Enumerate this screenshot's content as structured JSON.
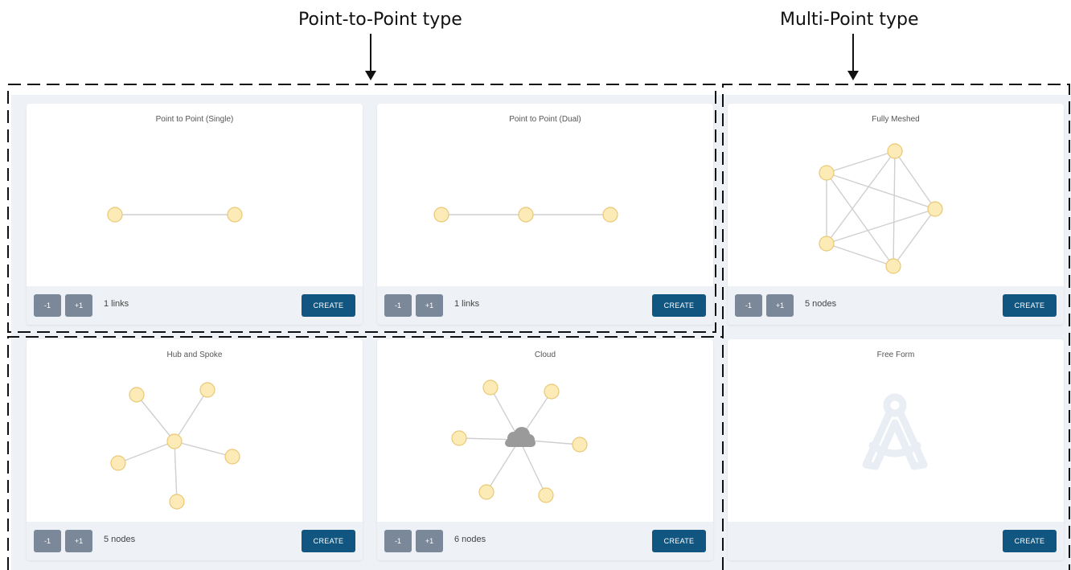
{
  "annotations": {
    "point_to_point": "Point-to-Point type",
    "multi_point": "Multi-Point type"
  },
  "cards": [
    {
      "title": "Point to Point (Single)",
      "minus": "-1",
      "plus": "+1",
      "count": "1 links",
      "create": "CREATE"
    },
    {
      "title": "Point to Point (Dual)",
      "minus": "-1",
      "plus": "+1",
      "count": "1 links",
      "create": "CREATE"
    },
    {
      "title": "Fully Meshed",
      "minus": "-1",
      "plus": "+1",
      "count": "5 nodes",
      "create": "CREATE"
    },
    {
      "title": "Hub and Spoke",
      "minus": "-1",
      "plus": "+1",
      "count": "5 nodes",
      "create": "CREATE"
    },
    {
      "title": "Cloud",
      "minus": "-1",
      "plus": "+1",
      "count": "6 nodes",
      "create": "CREATE"
    },
    {
      "title": "Free Form",
      "create": "CREATE"
    }
  ],
  "colors": {
    "node_fill": "#fcebb6",
    "node_stroke": "#e9c873",
    "edge": "#cfcfcf",
    "create_button": "#115680",
    "step_button": "#7b8899",
    "footer_bg": "#eef1f5"
  }
}
